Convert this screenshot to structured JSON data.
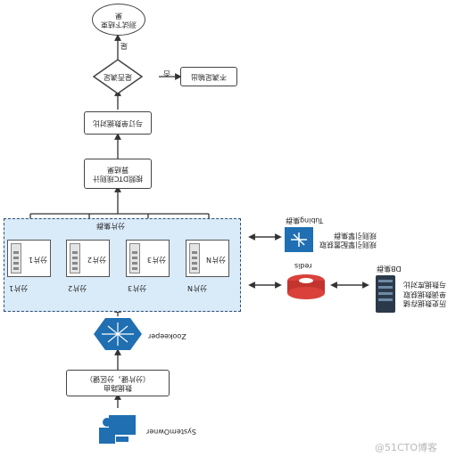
{
  "nodes": {
    "end": "测试下结束\n果",
    "decision": "是否满足",
    "yes": "是",
    "no": "否",
    "output": "不满足输出",
    "compare": "与订单数据对比",
    "compute": "按照DTC规则计\n算结果",
    "cluster_label": "分片集群",
    "zookeeper": "Zookeeper",
    "route": "数据路由\n（分片键，分区键）",
    "owner": "SystemOwner",
    "tubing": "Tubing集群",
    "rule_engine": "规则引擎配置获取\n规则引擎集群",
    "redis": "redis",
    "db": "DB集群",
    "db_desc": "历史数据存储\n单调数据获取\n与数据库对比"
  },
  "shards": [
    {
      "name": "分片1",
      "label": "分片1"
    },
    {
      "name": "分片2",
      "label": "分片2"
    },
    {
      "name": "分片3",
      "label": "分片3"
    },
    {
      "name": "分片N",
      "label": "分片N"
    }
  ],
  "watermark": "@51CTO博客",
  "colors": {
    "cluster_fill": "#d9eaf8",
    "redis": "#d9413a",
    "blue_icon": "#1f6fb2",
    "db_icon": "#2b3a4a"
  }
}
